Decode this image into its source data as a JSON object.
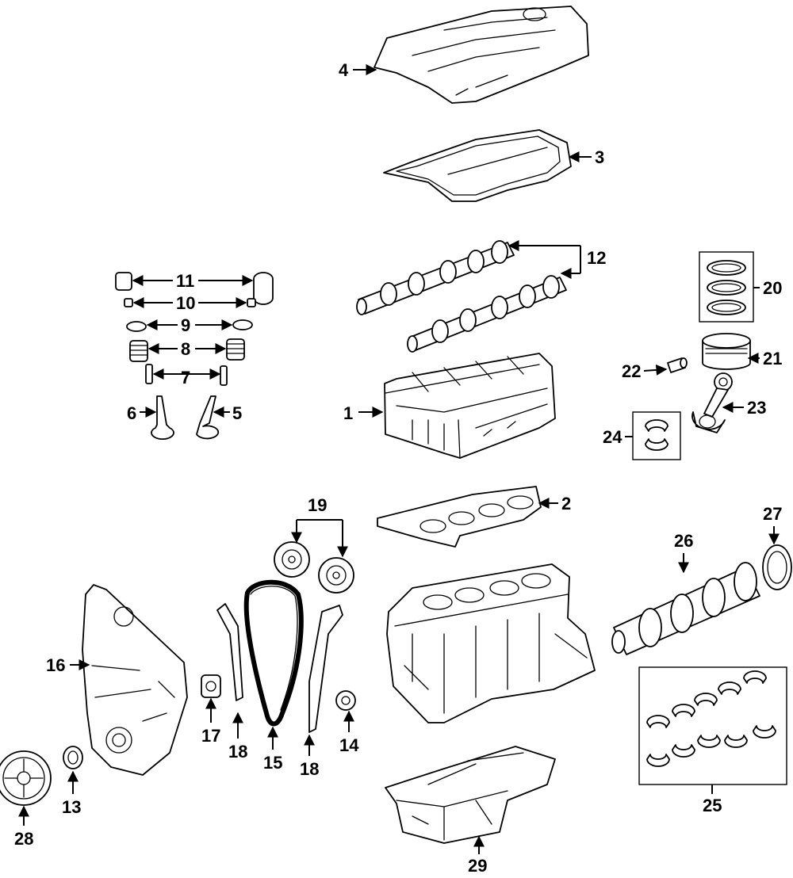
{
  "callouts": {
    "c1": "1",
    "c2": "2",
    "c3": "3",
    "c4": "4",
    "c5": "5",
    "c6": "6",
    "c7": "7",
    "c8": "8",
    "c9": "9",
    "c10": "10",
    "c11": "11",
    "c12": "12",
    "c13": "13",
    "c14": "14",
    "c15": "15",
    "c16": "16",
    "c17": "17",
    "c18a": "18",
    "c18b": "18",
    "c19": "19",
    "c20": "20",
    "c21": "21",
    "c22": "22",
    "c23": "23",
    "c24": "24",
    "c25": "25",
    "c26": "26",
    "c27": "27",
    "c28": "28",
    "c29": "29"
  },
  "colors": {
    "line": "#000000",
    "background": "#ffffff"
  }
}
